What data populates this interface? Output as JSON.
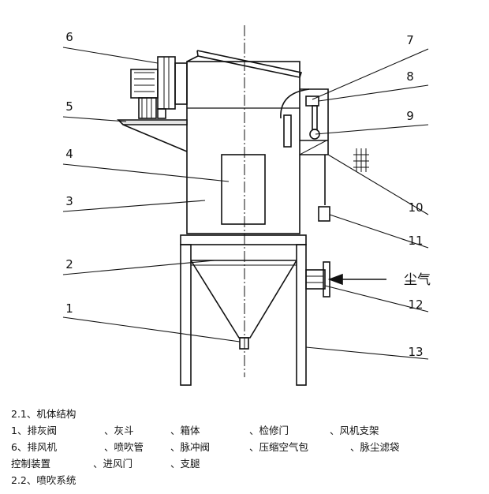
{
  "callouts": [
    "1",
    "2",
    "3",
    "4",
    "5",
    "6",
    "7",
    "8",
    "9",
    "10",
    "11",
    "12",
    "13"
  ],
  "inlet_label": "尘气",
  "legend": {
    "heading_1": "2.1、机体结构",
    "row1": [
      "1、排灰阀",
      "、灰斗",
      "、箱体",
      "、检修门",
      "、风机支架"
    ],
    "row2": [
      "6、排风机",
      "、喷吹管",
      "、脉冲阀",
      "、压缩空气包",
      "、脉尘滤袋"
    ],
    "row3": [
      "控制装置",
      "、进风门",
      "、支腿"
    ],
    "heading_2": "2.2、喷吹系统"
  }
}
